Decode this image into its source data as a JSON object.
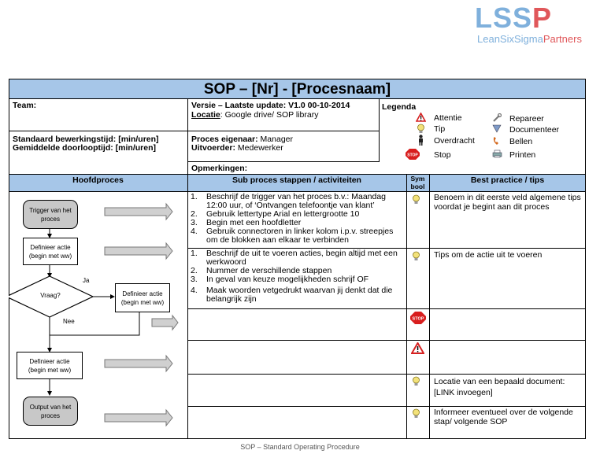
{
  "logo": {
    "main_ls": "LSS",
    "main_p": "P",
    "sub_a": "LeanSixSigma",
    "sub_b": "Partners"
  },
  "title": "SOP – [Nr] - [Procesnaam]",
  "team_label": "Team:",
  "version": "Versie – Laatste update: V1.0 00-10-2014",
  "location_label": "Locatie",
  "location_value": ": Google drive/ SOP library",
  "legend": {
    "title": "Legenda",
    "items": [
      {
        "label": "Attentie",
        "icon": "warning-icon"
      },
      {
        "label": "Tip",
        "icon": "lightbulb-icon"
      },
      {
        "label": "Overdracht",
        "icon": "person-icon"
      },
      {
        "label": "Stop",
        "icon": "stop-sign-icon"
      },
      {
        "label": "Repareer",
        "icon": "wrench-icon"
      },
      {
        "label": "Documenteer",
        "icon": "document-icon"
      },
      {
        "label": "Bellen",
        "icon": "phone-icon"
      },
      {
        "label": "Printen",
        "icon": "printer-icon"
      }
    ]
  },
  "standard_time": "Standaard bewerkingstijd: [min/uren]",
  "avg_time": "Gemiddelde doorlooptijd: [min/uren]",
  "owner_label": "Proces eigenaar:",
  "owner_value": " Manager",
  "executor_label": "Uitvoerder:",
  "executor_value": "  Medewerker",
  "remarks": "Opmerkingen:",
  "columns": {
    "main": "Hoofdproces",
    "sub": "Sub proces stappen / activiteiten",
    "symbol_1": "Sym",
    "symbol_2": "bool",
    "best": "Best practice / tips"
  },
  "flow": {
    "trigger_1": "Trigger van het",
    "trigger_2": "proces",
    "action1_1": "Definieer actie",
    "action1_2": "(begin met ww)",
    "question": "Vraag?",
    "yes": "Ja",
    "no": "Nee",
    "action_side_1": "Definieer actie",
    "action_side_2": "(begin met ww)",
    "action2_1": "Definieer actie",
    "action2_2": "(begin met ww)",
    "output_1": "Output van het",
    "output_2": "proces"
  },
  "sub_steps_1": [
    {
      "n": "1.",
      "l1": "Beschrijf de trigger van het proces b.v.: Maandag",
      "l2": "12:00 uur, of ‘Ontvangen telefoontje van klant’"
    },
    {
      "n": "2.",
      "l1": "Gebruik lettertype Arial en lettergrootte 10",
      "l2": ""
    },
    {
      "n": "3.",
      "l1": "Begin met een hoofdletter",
      "l2": ""
    },
    {
      "n": "4.",
      "l1": "Gebruik connectoren in linker kolom i.p.v. streepjes",
      "l2": "om de blokken aan elkaar te verbinden"
    }
  ],
  "sub_steps_2": [
    {
      "n": "1.",
      "l1": "Beschrijf de uit te voeren acties, begin altijd met een",
      "l2": "werkwoord"
    },
    {
      "n": "2.",
      "l1": "Nummer de verschillende stappen",
      "l2": ""
    },
    {
      "n": "3.",
      "l1": "In geval van keuze mogelijkheden schrijf OF",
      "l2": ""
    },
    {
      "n": "4.",
      "l1": "Maak woorden vetgedrukt waarvan jij denkt dat die",
      "l2": "belangrijk zijn"
    }
  ],
  "tips": {
    "row1_l1": "Benoem in dit eerste veld algemene tips",
    "row1_l2": "voordat je begint aan dit proces",
    "row2": "Tips om de actie uit te voeren",
    "row5_l1": "Locatie van een bepaald document:",
    "row5_l2": "[LINK invoegen]",
    "row6_l1": "Informeer eventueel over de volgende",
    "row6_l2": "stap/ volgende SOP"
  },
  "stop_text": "STOP",
  "footer": "SOP – Standard Operating Procedure",
  "colors": {
    "header_blue": "#a6c6e8",
    "logo_blue": "#7fb0dc",
    "logo_red": "#e0575a",
    "flow_grey": "#c8c8c8"
  }
}
